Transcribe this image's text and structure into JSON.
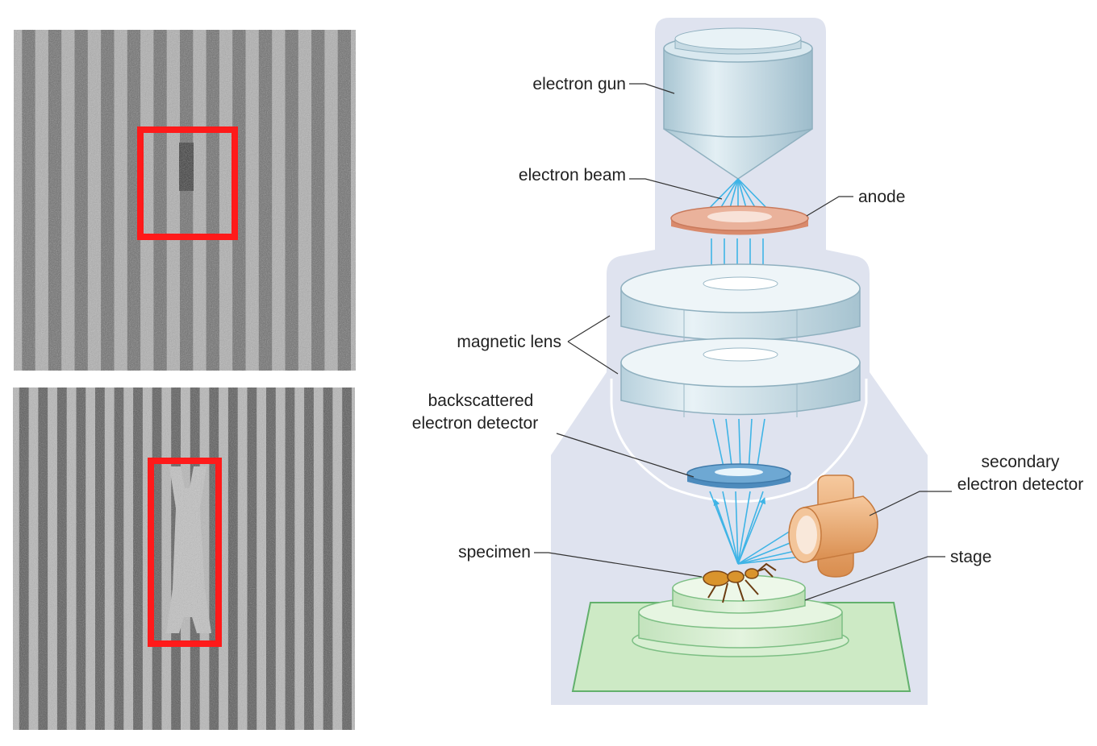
{
  "labels": {
    "electron_gun": "electron gun",
    "electron_beam": "electron beam",
    "anode": "anode",
    "magnetic_lens": "magnetic lens",
    "backscattered_line1": "backscattered",
    "backscattered_line2": "electron detector",
    "secondary_line1": "secondary",
    "secondary_line2": "electron detector",
    "specimen": "specimen",
    "stage": "stage"
  },
  "colors": {
    "housing": "#dfe3ef",
    "lens_body": "#c9dde6",
    "lens_dark": "#a9c4d1",
    "beam": "#3fb4e6",
    "anode": "#e9a48a",
    "detector": "#5f9cc8",
    "secondary_detector": "#e8a874",
    "stage": "#cde9c5",
    "stage_edge": "#62b06c",
    "highlight_box": "#ff1a1a"
  }
}
